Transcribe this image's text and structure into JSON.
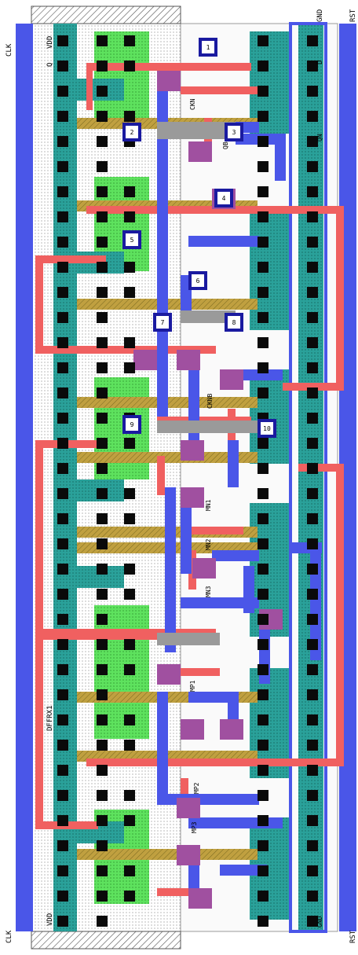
{
  "labels": {
    "clk_top": "CLK",
    "clk_bottom": "CLK",
    "rst_top": "RST",
    "rst_bottom": "RST",
    "gnd_top": "GND",
    "gnd_bottom": "GND",
    "vdd_top": "VDD",
    "vdd_bottom": "VDD",
    "q_label": "Q",
    "d_label": "D",
    "cell_name": "DFFRX1"
  },
  "contact_marks": [
    "1",
    "2",
    "3",
    "4",
    "5",
    "6",
    "7",
    "8",
    "9",
    "10"
  ],
  "net_labels": [
    "CKN",
    "CKNB",
    "MN1",
    "MN2",
    "MN3",
    "MP1",
    "MP2",
    "MP3",
    "QB",
    "QN"
  ],
  "colors": {
    "metal1": "#4a56e8",
    "poly": "#f06060",
    "active_n": "#2aa19a",
    "active_p": "#5ee25e",
    "contact": "#0a0a0a",
    "well": "#b8860b"
  }
}
